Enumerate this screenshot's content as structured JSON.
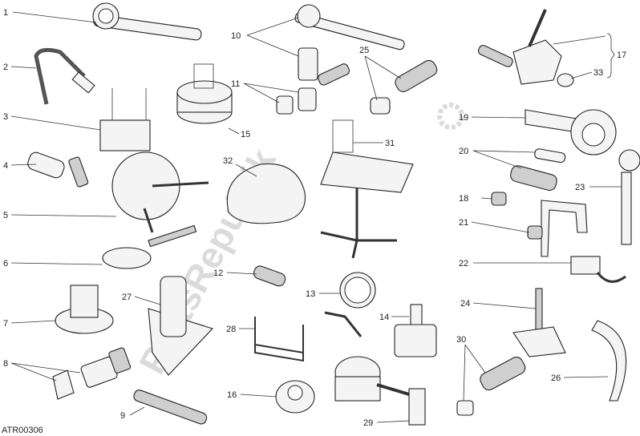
{
  "diagram_code": "ATR00306",
  "watermark": "PartsRepublik",
  "labels": {
    "n1": "1",
    "n2": "2",
    "n3": "3",
    "n4": "4",
    "n5": "5",
    "n6": "6",
    "n7": "7",
    "n8": "8",
    "n9": "9",
    "n10": "10",
    "n11": "11",
    "n12": "12",
    "n13": "13",
    "n14": "14",
    "n15": "15",
    "n16": "16",
    "n17": "17",
    "n18": "18",
    "n19": "19",
    "n20": "20",
    "n21": "21",
    "n22": "22",
    "n23": "23",
    "n24": "24",
    "n25": "25",
    "n26": "26",
    "n27": "27",
    "n28": "28",
    "n29": "29",
    "n30": "30",
    "n31": "31",
    "n32": "32",
    "n33": "33"
  },
  "colors": {
    "line": "#222222",
    "watermark": "#9a9a9a"
  }
}
